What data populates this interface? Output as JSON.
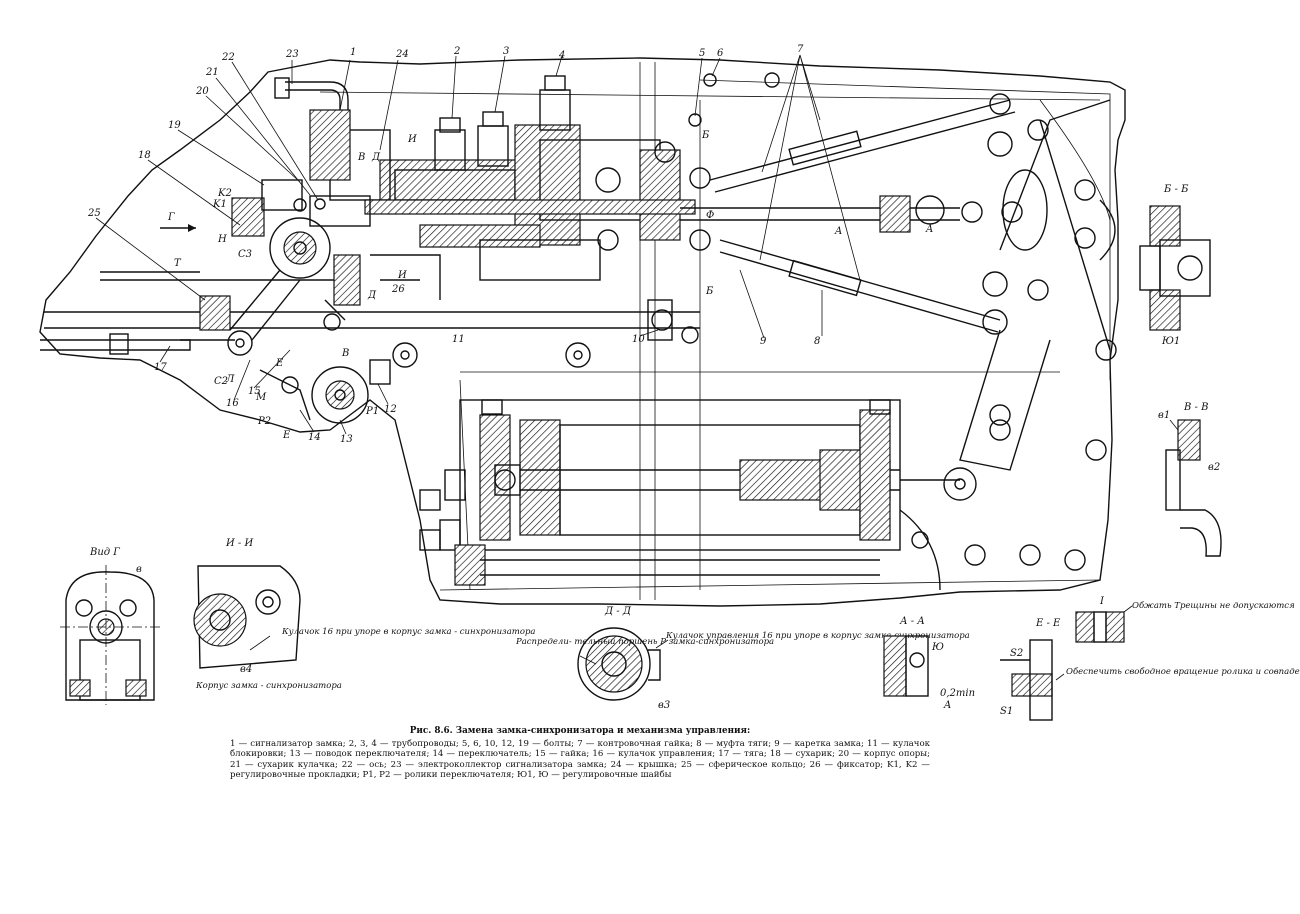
{
  "figure": {
    "title": "Рис. 8.6. Замена замка-синхронизатора и механизма управления:",
    "legend": "1 — сигнализатор замка; 2, 3, 4 — трубопроводы; 5, 6, 10, 12, 19 — болты; 7 — контровочная гайка; 8 — муфта тяги; 9 — каретка замка; 11 — кулачок блокировки; 13 — поводок переключателя; 14 — переключатель; 15 — гайка; 16 — кулачок управления; 17 — тяга; 18 — сухарик; 20 — корпус опоры; 21 — сухарик кулачка; 22 — ось; 23 — электроколлектор сигнализатора замка; 24 — крышка; 25 — сферическое кольцо; 26 — фиксатор; K1, K2 — регулировочные прокладки; P1, P2 — ролики переключателя; Ю1, Ю — регулировочные шайбы"
  },
  "part_numbers": {
    "n1": "1",
    "n2": "2",
    "n3": "3",
    "n4": "4",
    "n5": "5",
    "n6": "6",
    "n7": "7",
    "n8": "8",
    "n9": "9",
    "n10": "10",
    "n11": "11",
    "n12": "12",
    "n13": "13",
    "n14": "14",
    "n15": "15",
    "n16": "16",
    "n17": "17",
    "n18": "18",
    "n19": "19",
    "n20": "20",
    "n21": "21",
    "n22": "22",
    "n23": "23",
    "n24": "24",
    "n25": "25",
    "n26": "26"
  },
  "letters": {
    "K2": "K2",
    "K1": "K1",
    "H": "H",
    "C3": "C3",
    "C2": "C2",
    "L": "Л",
    "M": "M",
    "P1": "P1",
    "P2": "P2",
    "E": "E",
    "G": "Г",
    "T": "T",
    "I": "И",
    "V": "В",
    "D": "Д",
    "A": "A",
    "B": "Б",
    "Fs": "Ф"
  },
  "views": {
    "vid_g": "Вид Г",
    "i_i": "И - И",
    "d_d": "Д - Д",
    "a_a": "А - А",
    "e_e": "Е - Е",
    "b_b": "Б - Б",
    "v_v": "В - В"
  },
  "callouts": {
    "cam16_lock": "Кулачок 16 при упоре в корпус замка - синхронизатора",
    "lock_body": "Корпус замка - синхронизатора",
    "distributor_piston": "Распредели- тельный поршень Р замка-синхронизатора",
    "cam16_control": "Кулачок управления 16 при упоре в корпус замка-синхронизатора",
    "crimp": "Обжать Трещины не допускаются",
    "ensure_rotation": "Обеспечить свободное вращение ролика и совпадение рисок на торцах втулок и ролика",
    "gap": "0,2min",
    "sizes": {
      "v": "в",
      "v3": "в3",
      "v4": "в4",
      "v1": "в1",
      "v2": "в2",
      "s2": "S2",
      "s1": "S1",
      "yu": "Ю",
      "yu1": "Ю1",
      "i1": "I"
    }
  }
}
